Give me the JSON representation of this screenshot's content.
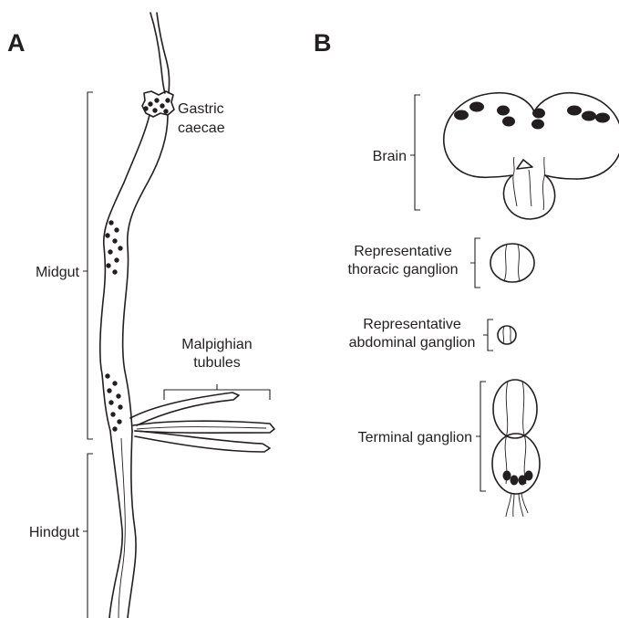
{
  "panels": {
    "a": "A",
    "b": "B"
  },
  "panel_a": {
    "gastric_caecae": [
      "Gastric",
      "caecae"
    ],
    "midgut": "Midgut",
    "malpighian_tubules": [
      "Malpighian",
      "tubules"
    ],
    "hindgut": "Hindgut"
  },
  "panel_b": {
    "brain": "Brain",
    "thoracic": [
      "Representative",
      "thoracic ganglion"
    ],
    "abdominal": [
      "Representative",
      "abdominal ganglion"
    ],
    "terminal": "Terminal ganglion"
  },
  "colors": {
    "ink": "#231f20",
    "background": "#ffffff"
  }
}
